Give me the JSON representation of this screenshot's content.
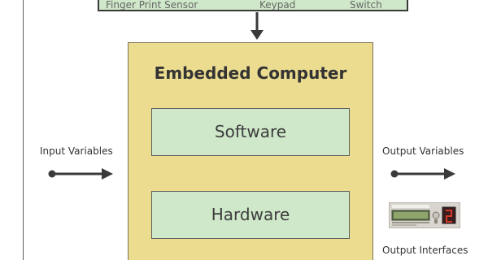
{
  "top_strip": {
    "labels": [
      "Finger Print Sensor",
      "Keypad",
      "Switch"
    ]
  },
  "computer": {
    "title": "Embedded Computer",
    "software_label": "Software",
    "hardware_label": "Hardware"
  },
  "input": {
    "label": "Input Variables"
  },
  "output": {
    "variables_label": "Output Variables",
    "interfaces_label": "Output Interfaces"
  },
  "colors": {
    "computer_fill": "#ecdc90",
    "module_fill": "#cfe8c9",
    "arrow": "#3a3a3a"
  }
}
